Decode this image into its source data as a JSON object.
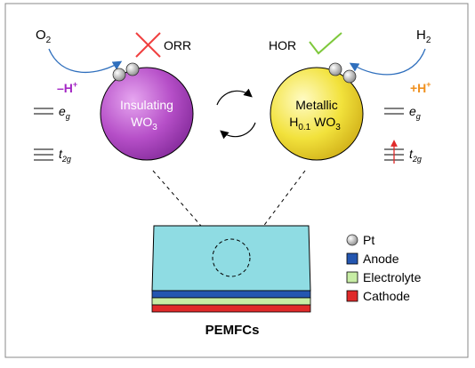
{
  "top_left": {
    "o2_main": "O",
    "o2_sub": "2",
    "orr_label": "ORR"
  },
  "top_right": {
    "hor_label": "HOR",
    "h2_main": "H",
    "h2_sub": "2"
  },
  "left_sphere": {
    "line1": "Insulating",
    "line2_main": "WO",
    "line2_sub": "3",
    "color": "#b64fc8"
  },
  "right_sphere": {
    "line1": "Metallic",
    "h_main": "H",
    "h_sub": "0.1",
    "wo_main": " WO",
    "wo_sub": "3",
    "color": "#f2e23c"
  },
  "left_proton": {
    "text": "–H",
    "sup": "+",
    "color": "#a326c4"
  },
  "right_proton": {
    "text": "+H",
    "sup": "+",
    "color": "#f0901e"
  },
  "orbitals": {
    "eg_main": "e",
    "eg_sub": "g",
    "t2g_main": "t",
    "t2g_sub": "2g"
  },
  "legend": [
    {
      "label": "Pt",
      "color": "#bdbdbd",
      "shape": "circle"
    },
    {
      "label": "Anode",
      "color": "#2456b0",
      "shape": "square"
    },
    {
      "label": "Electrolyte",
      "color": "#c7eda5",
      "shape": "square"
    },
    {
      "label": "Cathode",
      "color": "#e02a2a",
      "shape": "square"
    }
  ],
  "stack": {
    "title": "PEMFCs",
    "top_color": "#8fdce3"
  },
  "colors": {
    "cross": "#f04040",
    "check": "#7ec83c",
    "arrow": "#2f6fbd"
  }
}
